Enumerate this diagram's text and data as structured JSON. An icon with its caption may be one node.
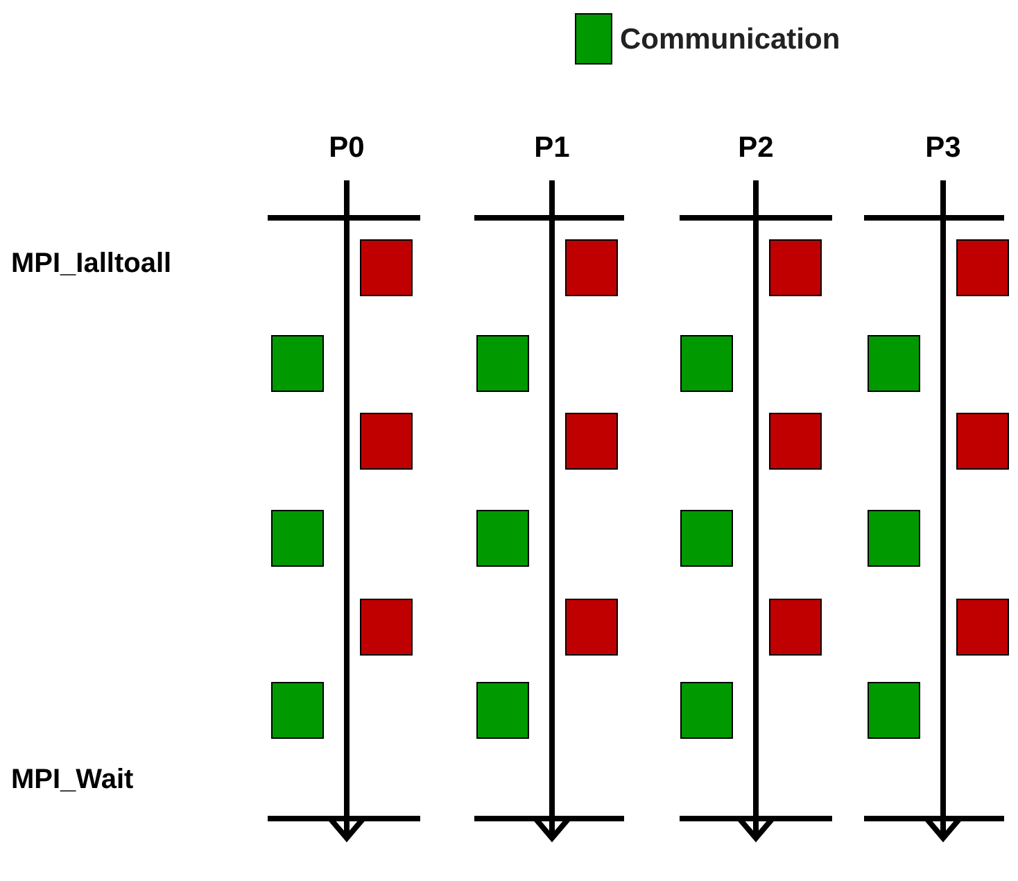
{
  "diagram": {
    "labels": [
      "P0",
      "P1",
      "P2",
      "P3",
      "MPI_Ialltoall",
      "MPI_Wait"
    ],
    "legend": [
      {
        "text": "Communication",
        "color": "#009900"
      }
    ]
  }
}
